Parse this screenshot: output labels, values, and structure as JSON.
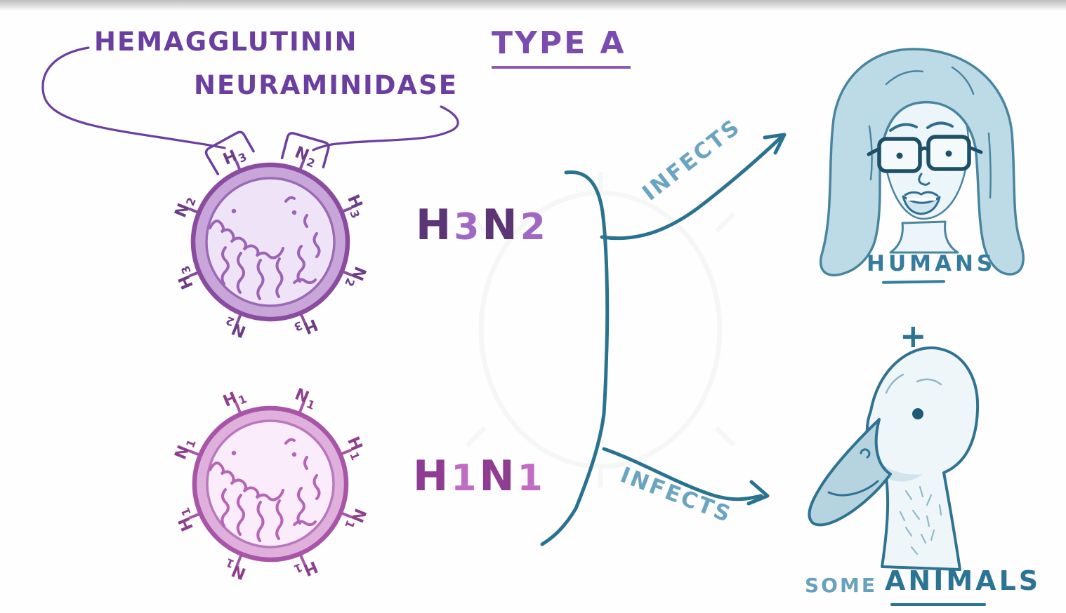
{
  "labels": {
    "hemagglutinin": "HEMAGGLUTININ",
    "neuraminidase": "NEURAMINIDASE",
    "type_a": "TYPE A",
    "infects_top": "INFECTS",
    "infects_bottom": "INFECTS",
    "humans": "HUMANS",
    "plus": "+",
    "some": "SOME",
    "animals": "ANIMALS"
  },
  "strains": {
    "h3n2": {
      "p1": "H",
      "p2": "3",
      "p3": "N",
      "p4": "2"
    },
    "h1n1": {
      "p1": "H",
      "p2": "1",
      "p3": "N",
      "p4": "1"
    }
  },
  "viruses": {
    "h3n2": {
      "name": "H3N2",
      "spikes": [
        {
          "l": "H",
          "n": "3"
        },
        {
          "l": "N",
          "n": "2"
        },
        {
          "l": "H",
          "n": "3"
        },
        {
          "l": "N",
          "n": "2"
        },
        {
          "l": "H",
          "n": "3"
        },
        {
          "l": "N",
          "n": "2"
        },
        {
          "l": "H",
          "n": "3"
        },
        {
          "l": "N",
          "n": "2"
        }
      ]
    },
    "h1n1": {
      "name": "H1N1",
      "spikes": [
        {
          "l": "H",
          "n": "1"
        },
        {
          "l": "N",
          "n": "1"
        },
        {
          "l": "H",
          "n": "1"
        },
        {
          "l": "N",
          "n": "1"
        },
        {
          "l": "H",
          "n": "1"
        },
        {
          "l": "N",
          "n": "1"
        },
        {
          "l": "H",
          "n": "1"
        },
        {
          "l": "N",
          "n": "1"
        }
      ]
    }
  },
  "colors": {
    "purple_text": "#6b3fa0",
    "type_a_purple": "#7b4caf",
    "h3n2_dark": "#5c3575",
    "h3n2_light": "#9e68c4",
    "h1n1_dark": "#8e3d93",
    "h1n1_light": "#c06cc4",
    "virus1_outline": "#8a4c9e",
    "virus1_ring": "#c9a6da",
    "virus1_inner": "#efe4f7",
    "virus2_outline": "#a855a8",
    "virus2_ring": "#e0b0dc",
    "virus2_inner": "#faecfa",
    "teal_line": "#2a7390",
    "teal_label": "#6ba4c0",
    "host_text": "#347c9e",
    "hair_fill": "#bcdbe7",
    "skin_fill": "#ecf5f9",
    "duck_fill": "#eef6fa",
    "bill_fill": "#b6d4e0"
  }
}
